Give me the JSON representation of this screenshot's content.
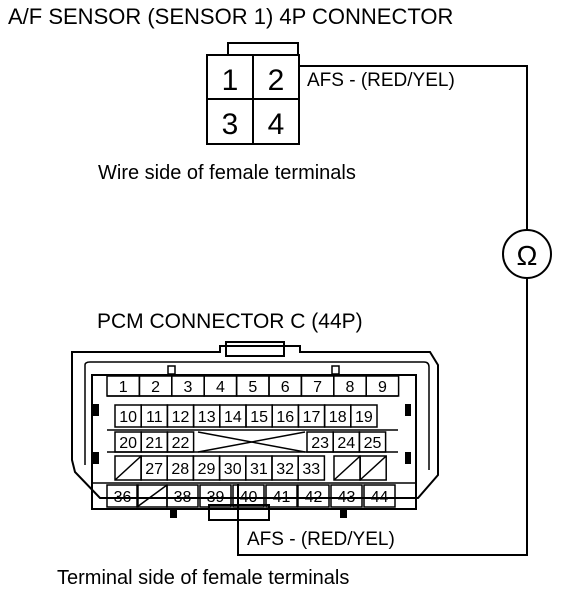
{
  "af_connector": {
    "title": "A/F SENSOR (SENSOR 1) 4P CONNECTOR",
    "pins": [
      "1",
      "2",
      "3",
      "4"
    ],
    "caption": "Wire side of female terminals",
    "wire_label": "AFS -  (RED/YEL)"
  },
  "meter": {
    "symbol": "Ω"
  },
  "pcm_connector": {
    "title": "PCM CONNECTOR C (44P)",
    "row1": [
      "1",
      "2",
      "3",
      "4",
      "5",
      "6",
      "7",
      "8",
      "9"
    ],
    "row2": [
      "10",
      "11",
      "12",
      "13",
      "14",
      "15",
      "16",
      "17",
      "18",
      "19"
    ],
    "row3": [
      "20",
      "21",
      "22",
      "23",
      "24",
      "25"
    ],
    "row4": [
      "27",
      "28",
      "29",
      "30",
      "31",
      "32",
      "33"
    ],
    "row5": [
      "36",
      "38",
      "39",
      "40",
      "41",
      "42",
      "43",
      "44"
    ],
    "wire_label": "AFS -  (RED/YEL)",
    "caption": "Terminal side of female terminals"
  }
}
